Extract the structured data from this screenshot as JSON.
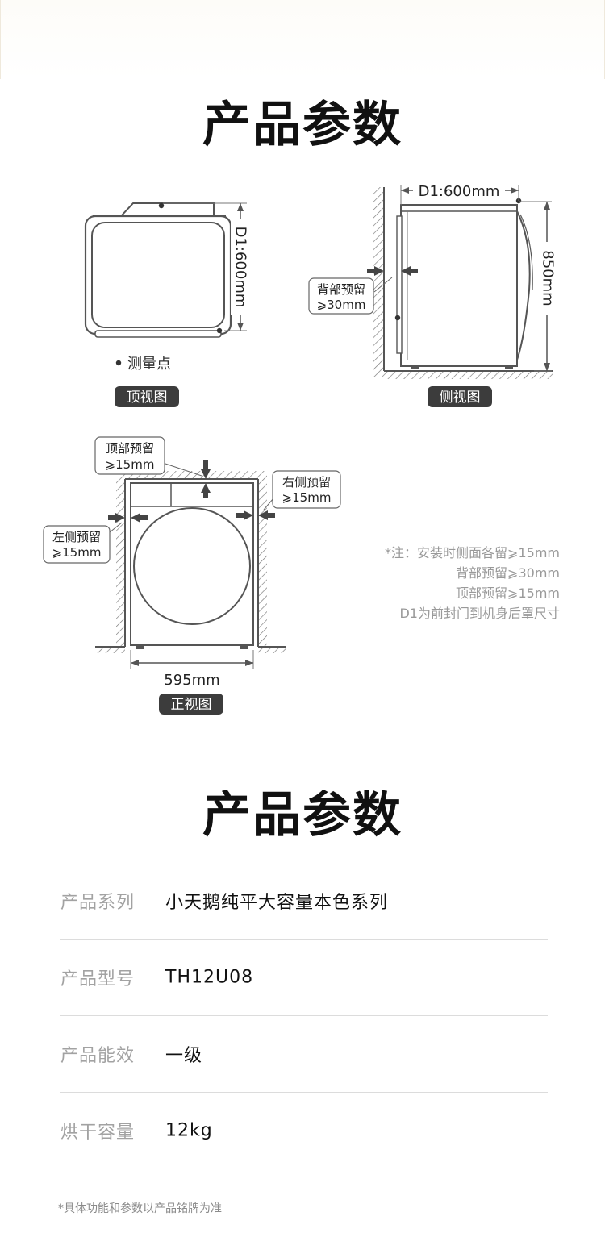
{
  "section1": {
    "title": "产品参数"
  },
  "top_view": {
    "depth_label": "D1:600mm",
    "legend": "测量点",
    "badge": "顶视图"
  },
  "side_view": {
    "depth_label": "D1:600mm",
    "height_label": "850mm",
    "back_clearance": [
      "背部预留",
      "⩾30mm"
    ],
    "badge": "侧视图"
  },
  "front_view": {
    "top_clearance": [
      "顶部预留",
      "⩾15mm"
    ],
    "right_clearance": [
      "右侧预留",
      "⩾15mm"
    ],
    "left_clearance": [
      "左侧预留",
      "⩾15mm"
    ],
    "width_label": "595mm",
    "badge": "正视图"
  },
  "notes": [
    "*注：安装时侧面各留⩾15mm",
    "背部预留⩾30mm",
    "顶部预留⩾15mm",
    "D1为前封门到机身后罩尺寸"
  ],
  "section2": {
    "title": "产品参数"
  },
  "params": [
    {
      "label": "产品系列",
      "value": "小天鹅纯平大容量本色系列"
    },
    {
      "label": "产品型号",
      "value": "TH12U08"
    },
    {
      "label": "产品能效",
      "value": "一级"
    },
    {
      "label": "烘干容量",
      "value": "12kg"
    }
  ],
  "footnote": "*具体功能和参数以产品铭牌为准",
  "colors": {
    "badge_bg": "#3c3c3c",
    "line": "#555555",
    "muted": "#a2a2a2"
  }
}
